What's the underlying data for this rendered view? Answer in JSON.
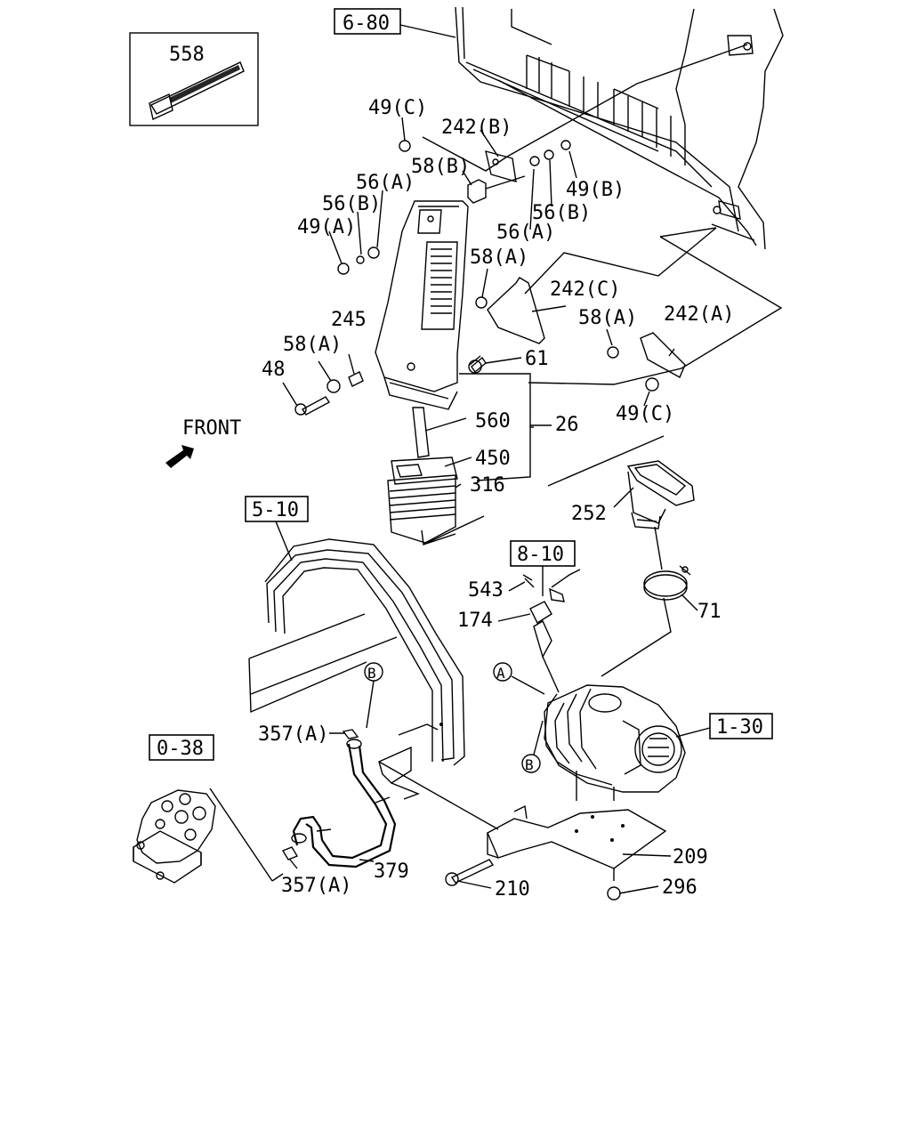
{
  "ref_boxes": {
    "r680": "6-80",
    "r510": "5-10",
    "r810": "8-10",
    "r130": "1-30",
    "r038": "0-38"
  },
  "front_label": "FRONT",
  "inset": {
    "part": "558"
  },
  "circle_markers": {
    "a": "A",
    "b1": "B",
    "b2": "B"
  },
  "labels": {
    "p49c_top": "49(C)",
    "p242b": "242(B)",
    "p58b": "58(B)",
    "p56a_left": "56(A)",
    "p56b_left": "56(B)",
    "p49a": "49(A)",
    "p49b": "49(B)",
    "p56b_right": "56(B)",
    "p56a_right": "56(A)",
    "p58a_mid": "58(A)",
    "p242c": "242(C)",
    "p245": "245",
    "p58a_left": "58(A)",
    "p48": "48",
    "p61": "61",
    "p58a_right": "58(A)",
    "p242a": "242(A)",
    "p49c_bottom": "49(C)",
    "p560": "560",
    "p26": "26",
    "p450": "450",
    "p316": "316",
    "p252": "252",
    "p543": "543",
    "p174": "174",
    "p71": "71",
    "p357a_top": "357(A)",
    "p379": "379",
    "p357a_bottom": "357(A)",
    "p209": "209",
    "p210": "210",
    "p296": "296"
  }
}
